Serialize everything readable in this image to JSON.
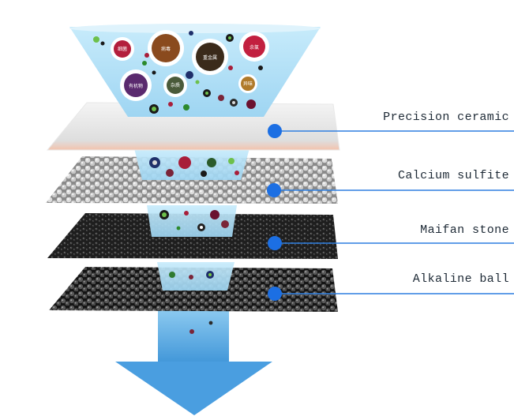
{
  "layers": [
    {
      "label": "Precision ceramic"
    },
    {
      "label": "Calcium sulfite"
    },
    {
      "label": "Maifan stone"
    },
    {
      "label": "Alkaline ball"
    }
  ],
  "contaminant_labels": [
    "细菌",
    "病毒",
    "重金属",
    "余氯",
    "有机物",
    "杂质",
    "异味"
  ],
  "colors": {
    "accent_line": "#2f7fe0",
    "marker_dot": "#1c6fe3",
    "water": "#a9dcf5",
    "arrow": "#5aaee6"
  }
}
